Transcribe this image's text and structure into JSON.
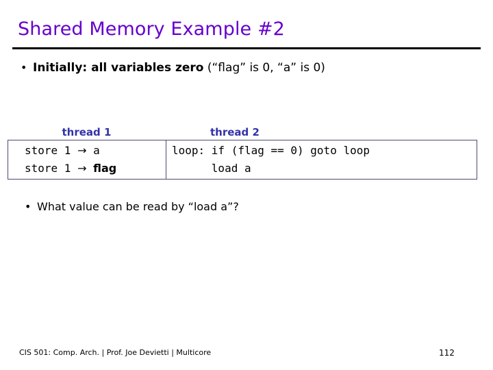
{
  "slide": {
    "title": "Shared Memory Example #2",
    "title_color": "#6600CC",
    "rule_color": "#000000"
  },
  "bullets": [
    {
      "marker": "•",
      "bold_part": "Initially: all variables zero",
      "plain_part": " (“flag” is 0, “a” is 0)"
    },
    {
      "marker": "•",
      "text": "What value can be read by “load a”?"
    }
  ],
  "code_table": {
    "border_color": "#4A4A77",
    "header_color": "#3333AA",
    "columns": [
      {
        "header": "thread 1",
        "lines": [
          {
            "mono_prefix": "store 1 ",
            "arrow": "→",
            "mono_suffix": " a",
            "bold_suffix": ""
          },
          {
            "mono_prefix": "store 1 ",
            "arrow": "→",
            "mono_suffix": " ",
            "bold_suffix": "flag"
          }
        ]
      },
      {
        "header": "thread 2",
        "lines": [
          {
            "text": "loop: if (flag == 0) goto loop"
          },
          {
            "text": "      load a"
          }
        ]
      }
    ]
  },
  "footer": {
    "text": "CIS 501: Comp. Arch.  |  Prof. Joe Devietti  |  Multicore",
    "page_number": "112"
  }
}
